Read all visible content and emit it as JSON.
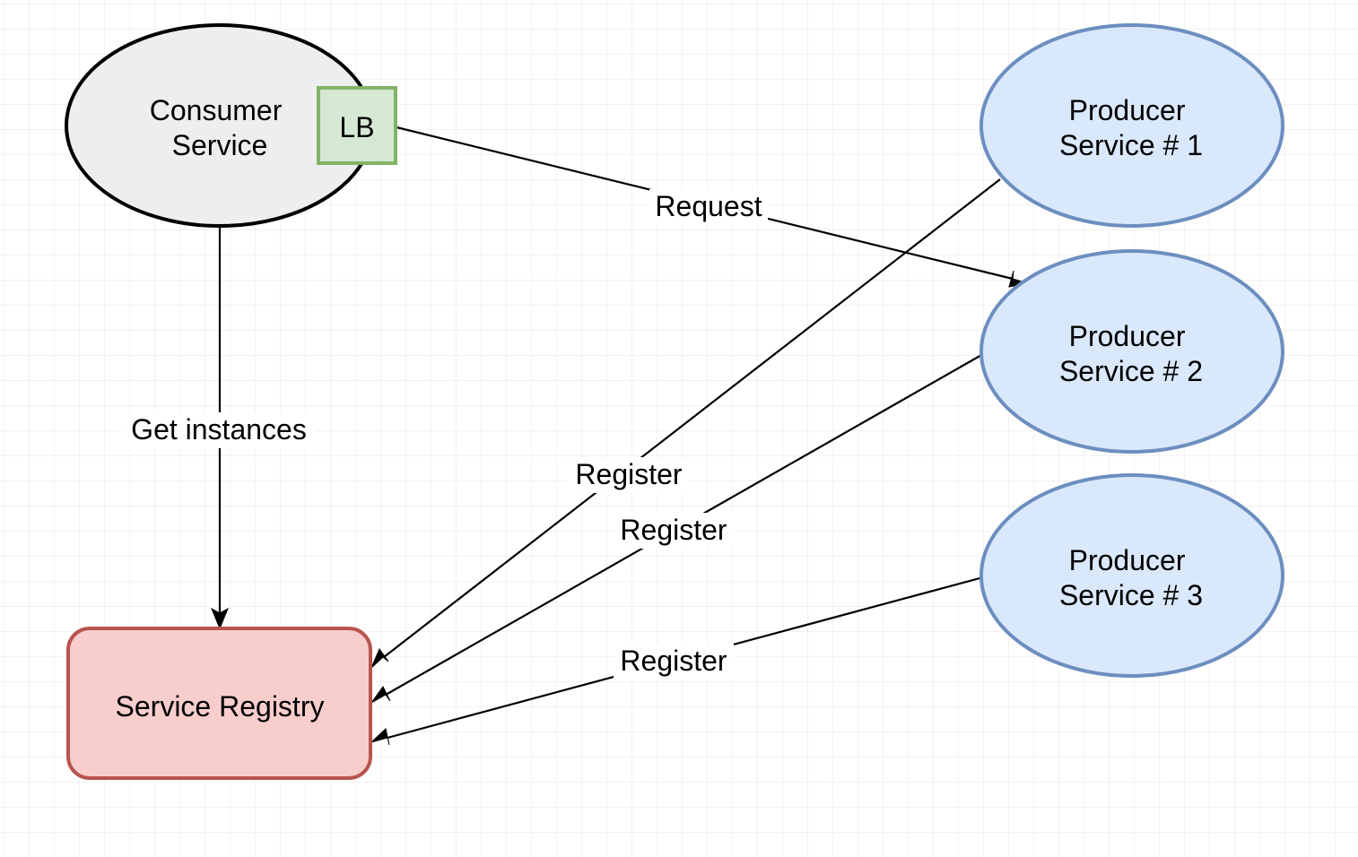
{
  "diagram": {
    "nodes": {
      "consumer": {
        "lines": [
          "Consumer",
          "Service"
        ],
        "fill": "#eeeeee",
        "stroke": "#000000"
      },
      "lb": {
        "label": "LB",
        "fill": "#d5e8d4",
        "stroke": "#82b366"
      },
      "producer1": {
        "lines": [
          "Producer",
          "Service # 1"
        ],
        "fill": "#dae8fc",
        "stroke": "#6c8ebf"
      },
      "producer2": {
        "lines": [
          "Producer",
          "Service # 2"
        ],
        "fill": "#dae8fc",
        "stroke": "#6c8ebf"
      },
      "producer3": {
        "lines": [
          "Producer",
          "Service # 3"
        ],
        "fill": "#dae8fc",
        "stroke": "#6c8ebf"
      },
      "registry": {
        "label": "Service Registry",
        "fill": "#f8cecc",
        "stroke": "#b85450"
      }
    },
    "edges": {
      "request": {
        "label": "Request"
      },
      "get_instances": {
        "label": "Get instances"
      },
      "register1": {
        "label": "Register"
      },
      "register2": {
        "label": "Register"
      },
      "register3": {
        "label": "Register"
      }
    },
    "grid": {
      "enabled": true,
      "color": "#e6e6e6"
    }
  }
}
